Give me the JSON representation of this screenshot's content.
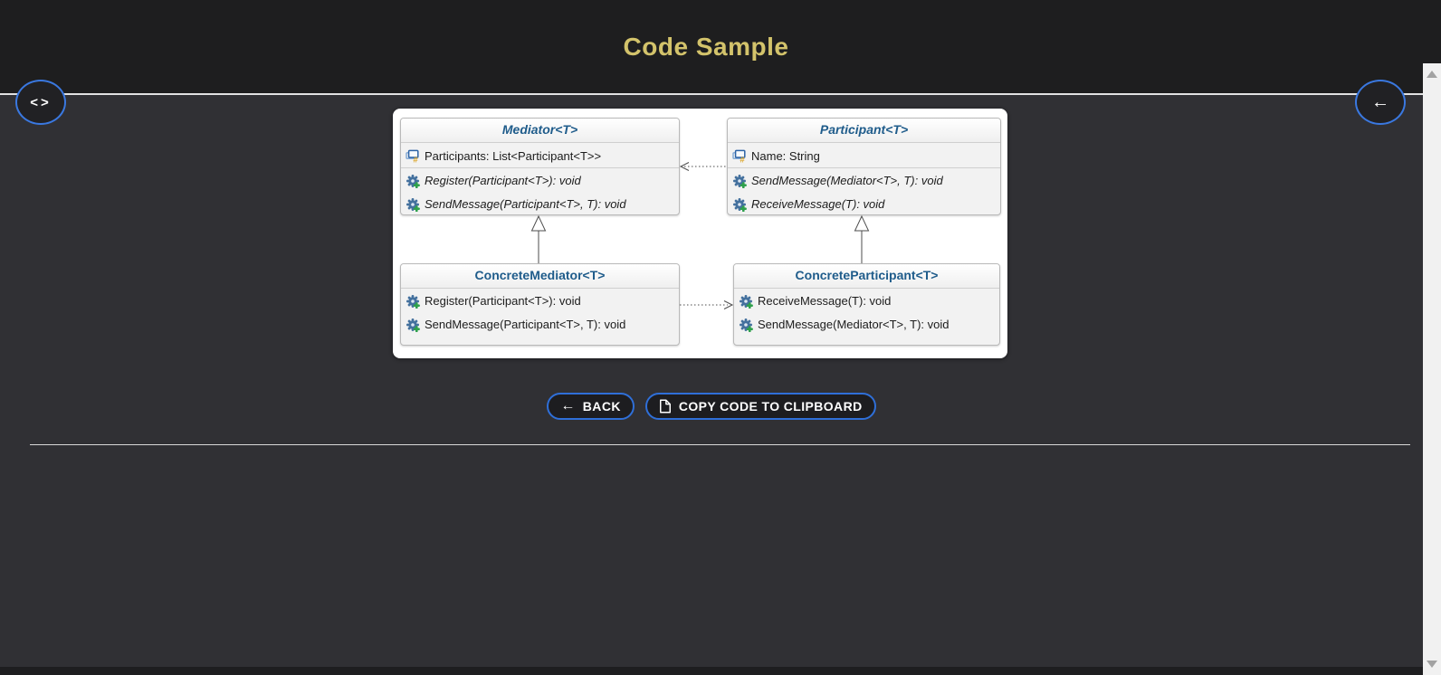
{
  "header": {
    "title": "Code Sample"
  },
  "nav": {
    "code_button_icon": "<>",
    "back_button_icon": "←"
  },
  "diagram": {
    "classes": [
      {
        "name": "Mediator<T>",
        "stereotype": "abstract",
        "fields": [
          {
            "text": "Participants: List<Participant<T>>"
          }
        ],
        "methods": [
          {
            "text": "Register(Participant<T>): void"
          },
          {
            "text": "SendMessage(Participant<T>, T): void"
          }
        ]
      },
      {
        "name": "Participant<T>",
        "stereotype": "abstract",
        "fields": [
          {
            "text": "Name: String"
          }
        ],
        "methods": [
          {
            "text": "SendMessage(Mediator<T>, T): void"
          },
          {
            "text": "ReceiveMessage(T): void"
          }
        ]
      },
      {
        "name": "ConcreteMediator<T>",
        "stereotype": "concrete",
        "fields": [],
        "methods": [
          {
            "text": "Register(Participant<T>): void"
          },
          {
            "text": "SendMessage(Participant<T>, T): void"
          }
        ]
      },
      {
        "name": "ConcreteParticipant<T>",
        "stereotype": "concrete",
        "fields": [],
        "methods": [
          {
            "text": "ReceiveMessage(T): void"
          },
          {
            "text": "SendMessage(Mediator<T>, T): void"
          }
        ]
      }
    ],
    "relations": [
      {
        "type": "dependency",
        "from": "Participant<T>",
        "to": "Mediator<T>",
        "style": "dotted-open-arrow"
      },
      {
        "type": "generalization",
        "from": "ConcreteMediator<T>",
        "to": "Mediator<T>",
        "style": "solid-hollow-triangle"
      },
      {
        "type": "generalization",
        "from": "ConcreteParticipant<T>",
        "to": "Participant<T>",
        "style": "solid-hollow-triangle"
      },
      {
        "type": "dependency",
        "from": "ConcreteMediator<T>",
        "to": "ConcreteParticipant<T>",
        "style": "dotted-open-arrow"
      }
    ]
  },
  "actions": {
    "back_label": "BACK",
    "back_icon": "←",
    "copy_label": "COPY CODE TO CLIPBOARD"
  },
  "colors": {
    "accent_gold": "#d3c36b",
    "accent_blue": "#2f6fd8",
    "class_title_blue": "#1f5c8b",
    "header_bg": "#1e1e1f",
    "content_bg": "#303034",
    "panel_bg": "#ffffff"
  }
}
